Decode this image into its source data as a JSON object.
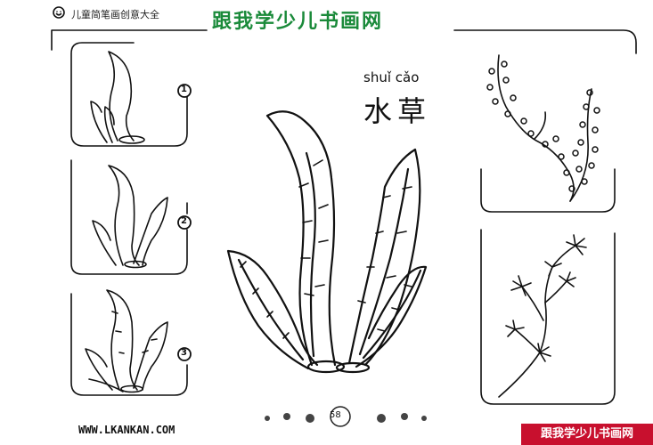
{
  "header": {
    "series_title": "儿童简笔画创意大全",
    "site_title": "跟我学少儿书画网"
  },
  "main": {
    "pinyin": "shuǐ cǎo",
    "chinese_name": "水草"
  },
  "steps": [
    {
      "label": "1"
    },
    {
      "label": "2"
    },
    {
      "label": "3"
    }
  ],
  "footer": {
    "website": "WWW.LKANKAN.COM",
    "page_number": "58"
  },
  "watermark": {
    "text": "跟我学少儿书画网"
  },
  "colors": {
    "site_title": "#1a8a3a",
    "watermark_bg": "#c8102e",
    "line": "#111111"
  }
}
